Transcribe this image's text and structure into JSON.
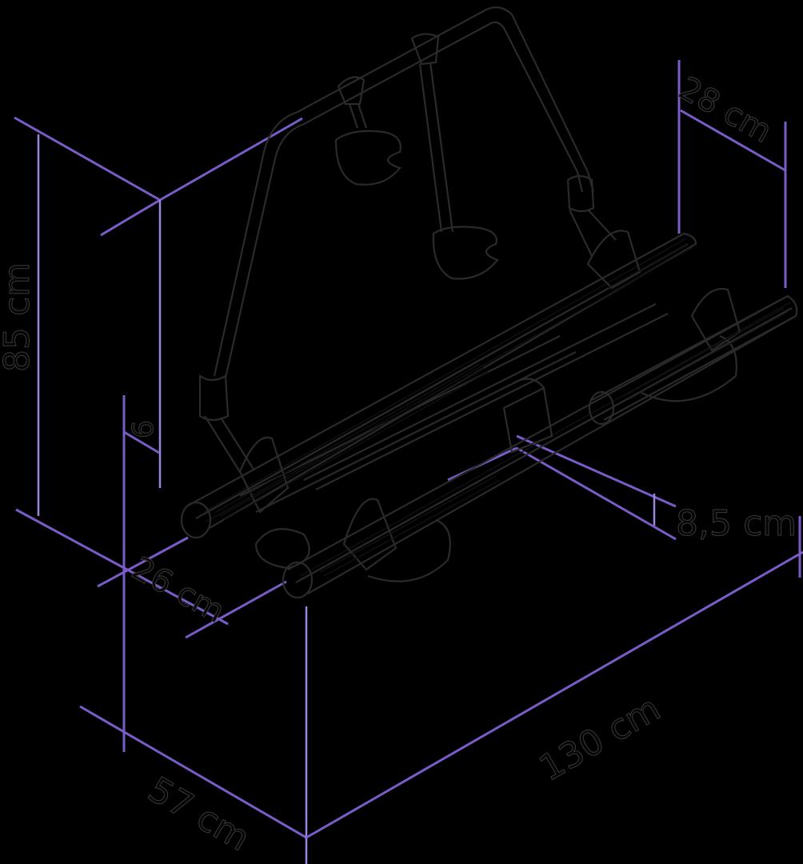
{
  "diagram": {
    "subject": "Bike carrier (tow-bar mounted) technical drawing",
    "colors": {
      "background": "#000000",
      "dimension_lines": "#7a5cc9",
      "object_lines": "#2a2a2a",
      "labels": "#050505"
    },
    "dimensions": {
      "height": "85 cm",
      "hinge_offset": "6",
      "rail_width": "26 cm",
      "depth": "57 cm",
      "total_width": "130 cm",
      "rail_spacing": "28 cm",
      "mount_height": "8,5 cm"
    }
  }
}
